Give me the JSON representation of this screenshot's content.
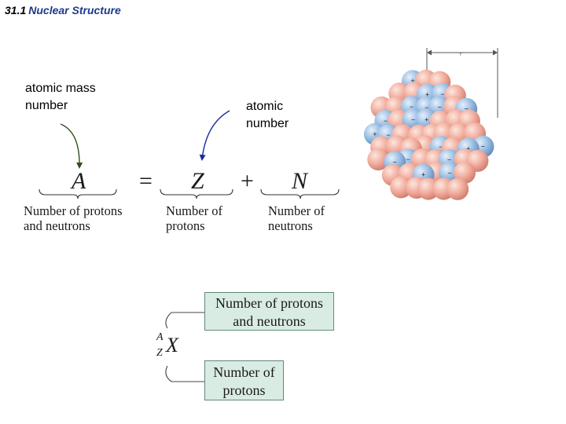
{
  "header": {
    "section": "31.1",
    "title": "Nuclear Structure"
  },
  "annotations": {
    "mass_number": [
      "atomic mass",
      "number"
    ],
    "atomic_number": [
      "atomic",
      "number"
    ]
  },
  "equation": {
    "lhs": "A",
    "equals": "=",
    "z": "Z",
    "plus": "+",
    "n": "N",
    "lhs_desc": [
      "Number of protons",
      "and neutrons"
    ],
    "z_desc": [
      "Number of",
      "protons"
    ],
    "n_desc": [
      "Number of",
      "neutrons"
    ]
  },
  "notation": {
    "superscript": "A",
    "subscript": "Z",
    "symbol": "X",
    "top_box": [
      "Number of protons",
      "and neutrons"
    ],
    "bottom_box": [
      "Number of",
      "protons"
    ]
  },
  "nucleus": {
    "radius_label": "r",
    "proton_sign": "+",
    "neutron_sign": "−"
  },
  "colors": {
    "proton": "#e8a898",
    "neutron": "#8eb6de",
    "arrow_left": "#2f4f1a",
    "arrow_right": "#1a2aa0",
    "box_fill": "#d9ece4"
  }
}
